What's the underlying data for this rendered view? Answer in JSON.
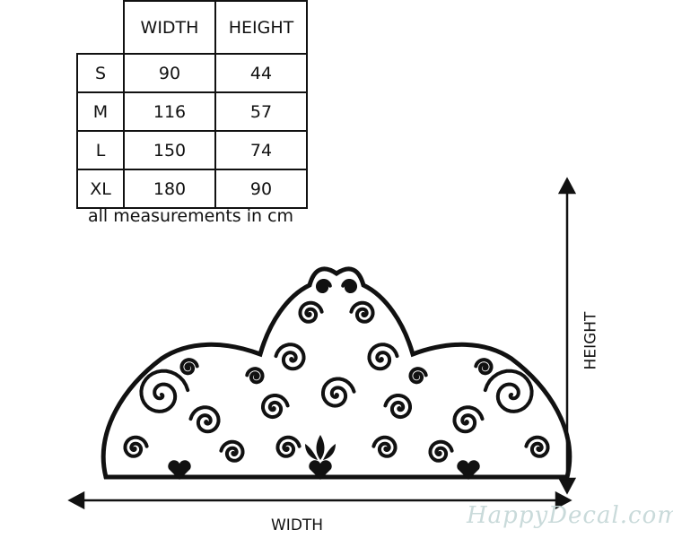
{
  "size_table": {
    "headers": [
      "WIDTH",
      "HEIGHT"
    ],
    "rows": [
      {
        "size": "S",
        "width": "90",
        "height": "44"
      },
      {
        "size": "M",
        "width": "116",
        "height": "57"
      },
      {
        "size": "L",
        "width": "150",
        "height": "74"
      },
      {
        "size": "XL",
        "width": "180",
        "height": "90"
      }
    ],
    "caption": "all measurements in cm"
  },
  "diagram": {
    "width_label": "WIDTH",
    "height_label": "HEIGHT"
  },
  "watermark": "HappyDecal.com",
  "colors": {
    "ink": "#111111",
    "watermark": "#c9dada"
  }
}
